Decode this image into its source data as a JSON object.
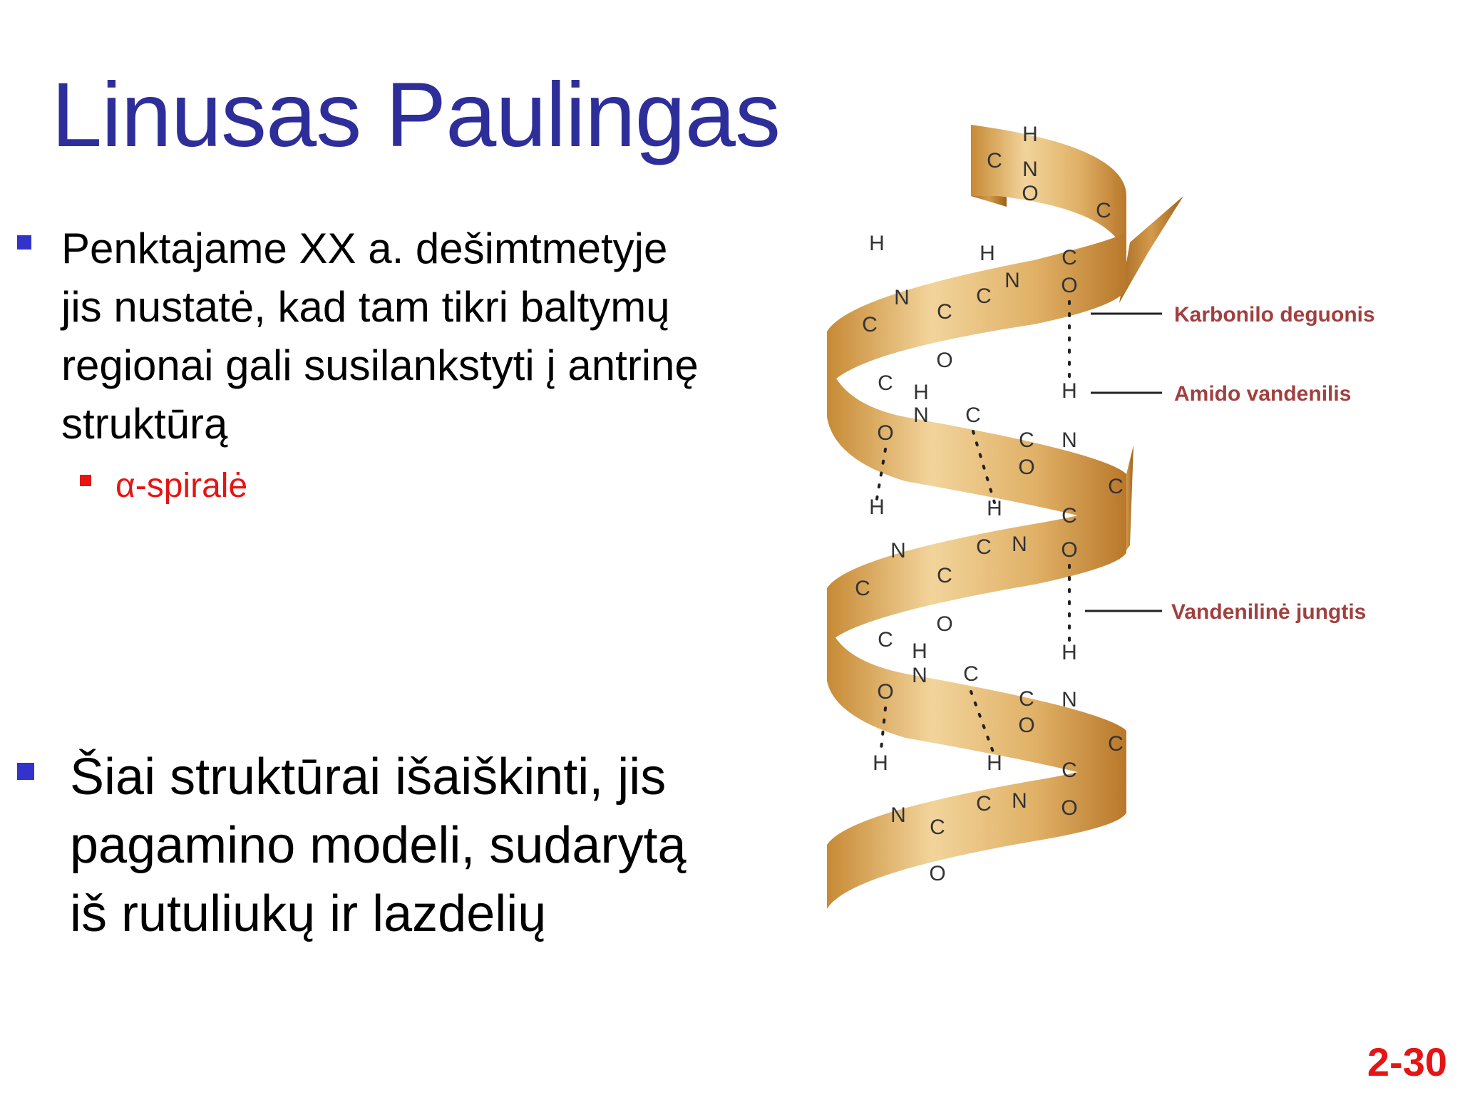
{
  "slide": {
    "title": "Linusas Paulingas",
    "page_number": "2-30"
  },
  "bullets": [
    {
      "lines": [
        "Penktajame XX a. dešimtmetyje",
        "jis nustatė, kad tam tikri baltymų",
        "regionai gali susilankstyti į antrinę",
        "struktūrą"
      ],
      "sub_bullet": "α-spiralė"
    },
    {
      "lines": [
        "Šiai struktūrai išaiškinti, jis",
        "pagamino modeli, sudarytą",
        "iš rutuliukų ir lazdelių"
      ]
    }
  ],
  "diagram": {
    "labels": {
      "carbonyl_oxygen": "Karbonilo deguonis",
      "amide_hydrogen": "Amido vandenilis",
      "hydrogen_bond": "Vandenilinė jungtis"
    },
    "ribbon_color": "#d9a85a",
    "label_color": "#a0403f"
  },
  "colors": {
    "title": "#2e2e9a",
    "bullet_marker": "#3333cc",
    "accent_red": "#e51515"
  }
}
